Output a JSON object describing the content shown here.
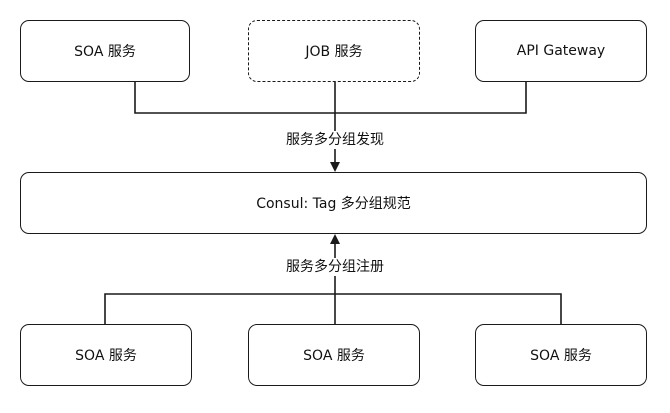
{
  "top_nodes": [
    {
      "label": "SOA 服务",
      "style": "solid"
    },
    {
      "label": "JOB 服务",
      "style": "dashed"
    },
    {
      "label": "API Gateway",
      "style": "solid"
    }
  ],
  "center_node": {
    "label": "Consul: Tag 多分组规范"
  },
  "bottom_nodes": [
    {
      "label": "SOA 服务"
    },
    {
      "label": "SOA 服务"
    },
    {
      "label": "SOA 服务"
    }
  ],
  "edge_labels": {
    "discovery": "服务多分组发现",
    "registration": "服务多分组注册"
  },
  "colors": {
    "stroke": "#1a1a1a",
    "background": "#ffffff"
  }
}
